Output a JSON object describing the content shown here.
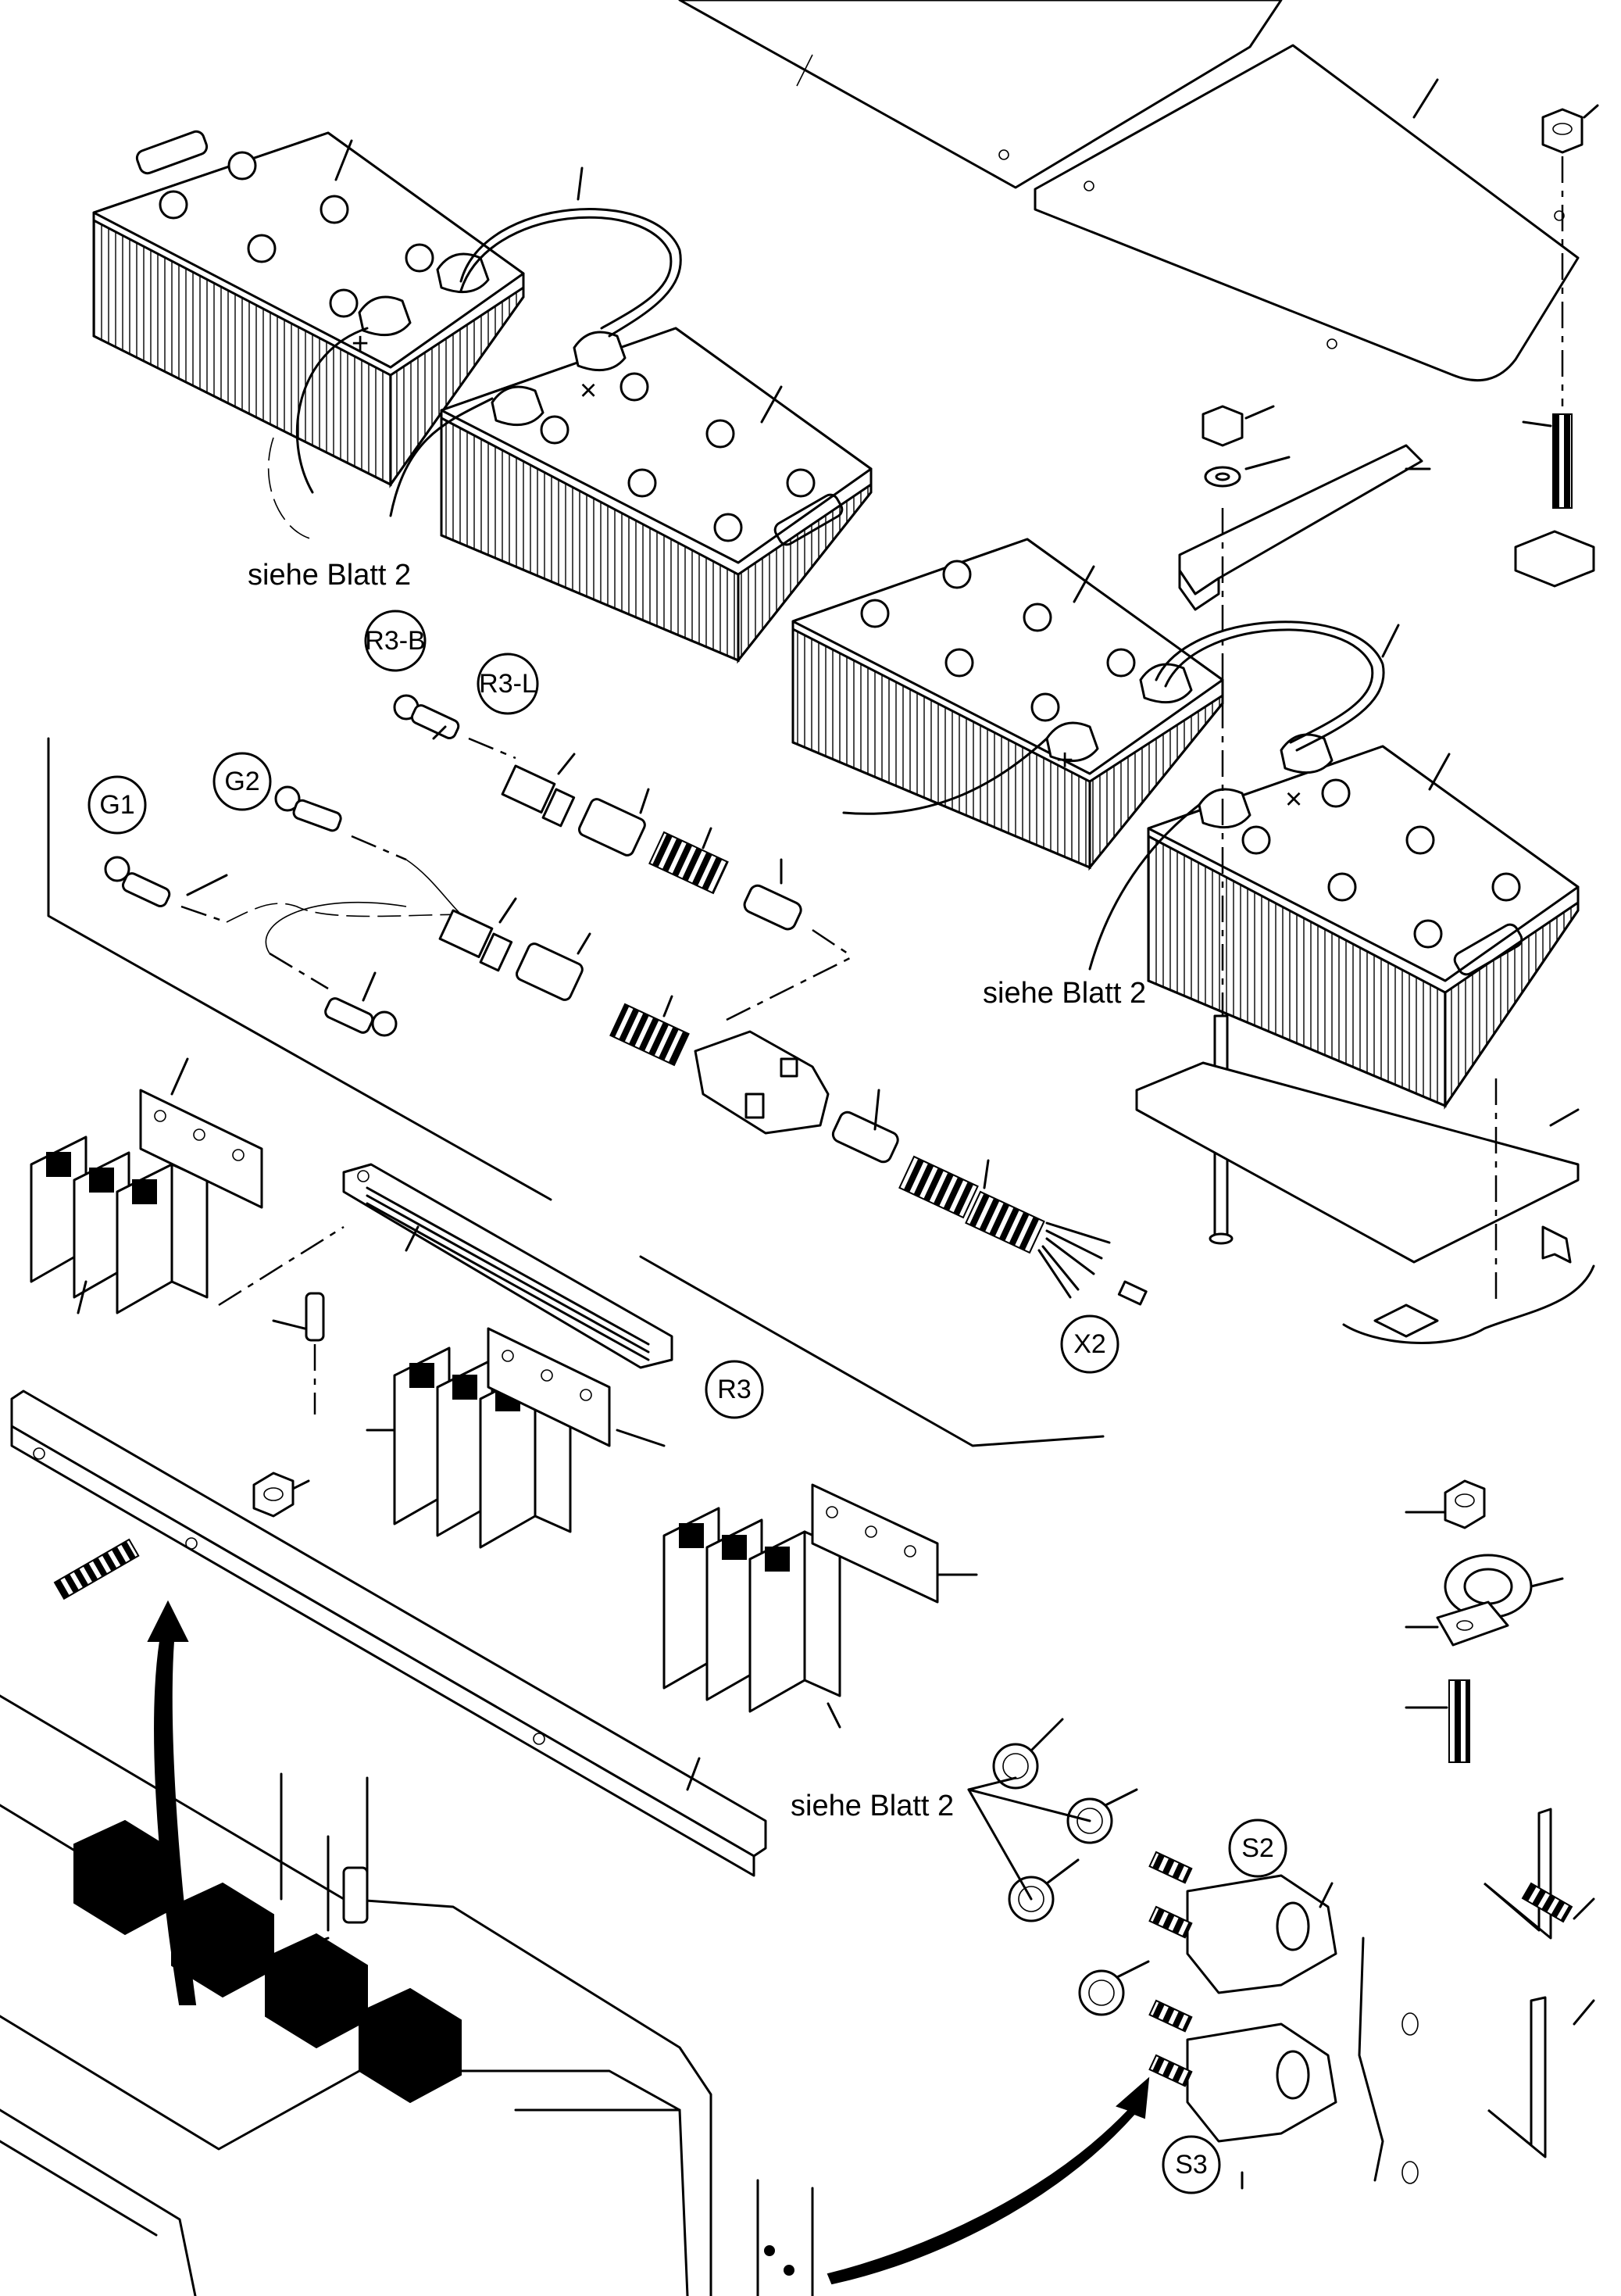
{
  "labels": {
    "ref_left": "siehe Blatt 2",
    "ref_right": "siehe Blatt 2",
    "ref_bottom": "siehe Blatt 2"
  },
  "callouts": {
    "r3b": "R3-B",
    "r3l": "R3-L",
    "g1": "G1",
    "g2": "G2",
    "x2": "X2",
    "r3": "R3",
    "s2": "S2",
    "s3": "S3"
  },
  "colors": {
    "line": "#000000",
    "paper": "#ffffff"
  }
}
